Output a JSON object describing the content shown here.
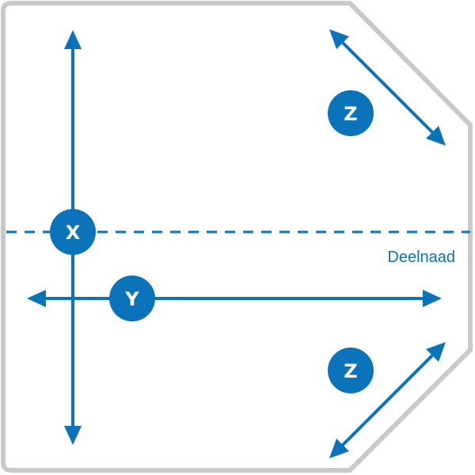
{
  "diagram": {
    "seam_label": "Deelnaad",
    "badges": {
      "x": "X",
      "y": "Y",
      "z_top": "Z",
      "z_bottom": "Z"
    },
    "colors": {
      "accent": "#0b73b9",
      "outline": "#c9c9c9",
      "background": "#ffffff"
    }
  }
}
